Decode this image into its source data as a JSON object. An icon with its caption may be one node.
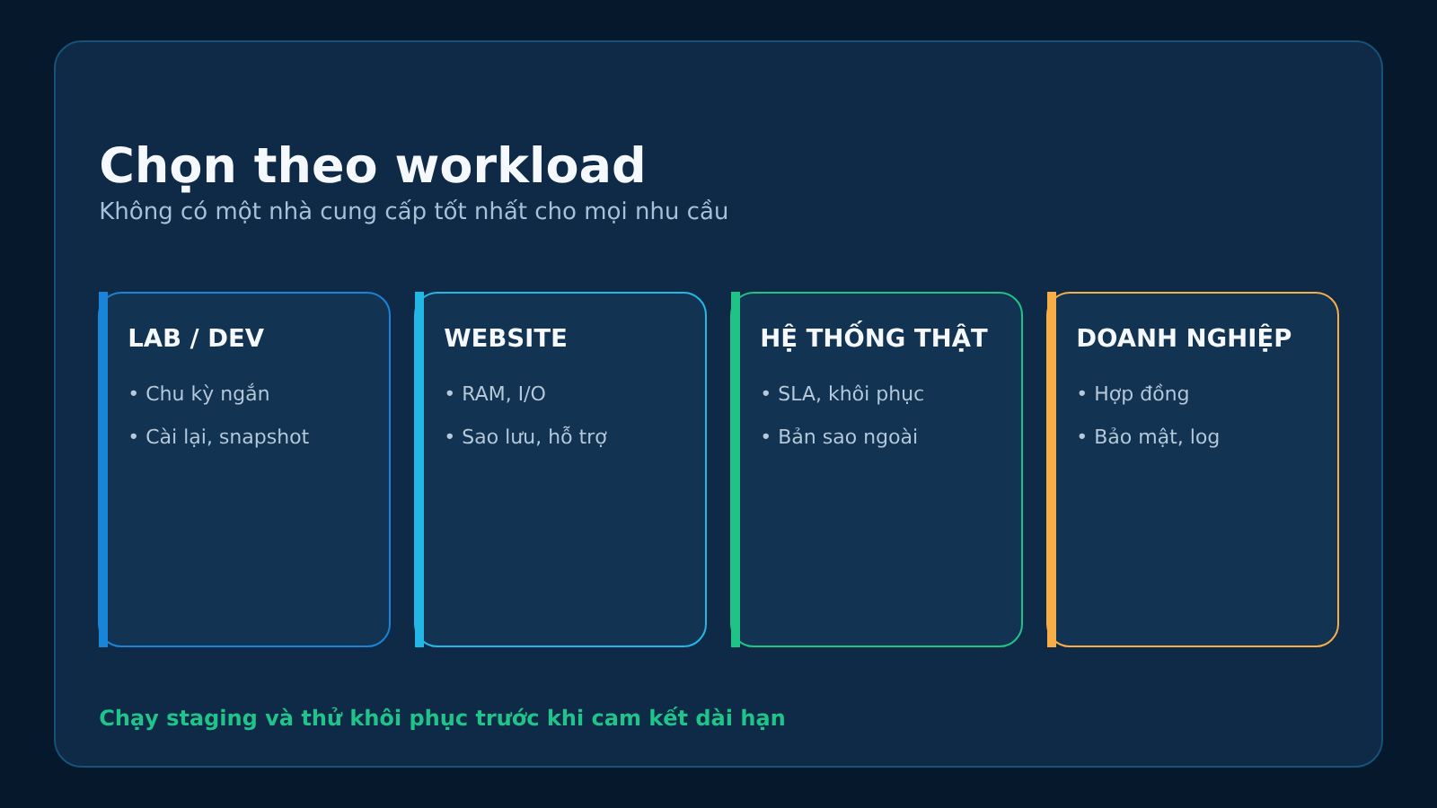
{
  "diagram": {
    "title": "Chọn theo workload",
    "nodes": [
      {
        "text": [
          "LAB / DEV",
          "• Chu kỳ ngắn",
          "• Cài lại, snapshot"
        ]
      },
      {
        "text": [
          "WEBSITE",
          "• RAM, I/O",
          "• Sao lưu, hỗ trợ"
        ]
      },
      {
        "text": [
          "HỆ THỐNG THẬT",
          "• SLA, khôi phục",
          "• Bản sao ngoài"
        ]
      },
      {
        "text": [
          "DOANH NGHIỆP",
          "• Hợp đồng",
          "• Bảo mật, log"
        ]
      }
    ],
    "labels": [
      "Không có một nhà cung cấp tốt nhất cho mọi nhu cầu",
      "Chạy staging và thử khôi phục trước khi cam kết dài hạn"
    ]
  }
}
